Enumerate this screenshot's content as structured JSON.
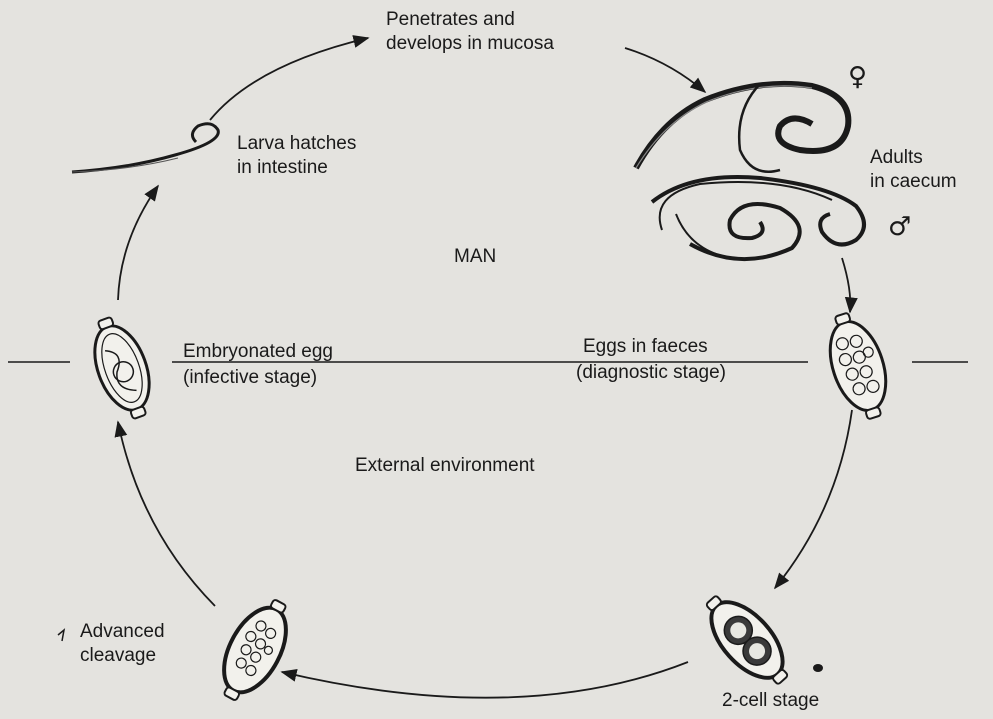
{
  "title_center": "MAN",
  "environment_label": "External environment",
  "stages": {
    "penetrates": [
      "Penetrates and",
      "develops in mucosa"
    ],
    "larva": [
      "Larva hatches",
      "in intestine"
    ],
    "adults": [
      "Adults",
      "in caecum"
    ],
    "female_symbol": "♀",
    "male_symbol": "♂",
    "embryonated": [
      "Embryonated egg",
      "(infective stage)"
    ],
    "eggs_faeces": [
      "Eggs in faeces",
      "(diagnostic stage)"
    ],
    "advanced": [
      "Advanced",
      "cleavage"
    ],
    "two_cell": "2-cell stage"
  }
}
